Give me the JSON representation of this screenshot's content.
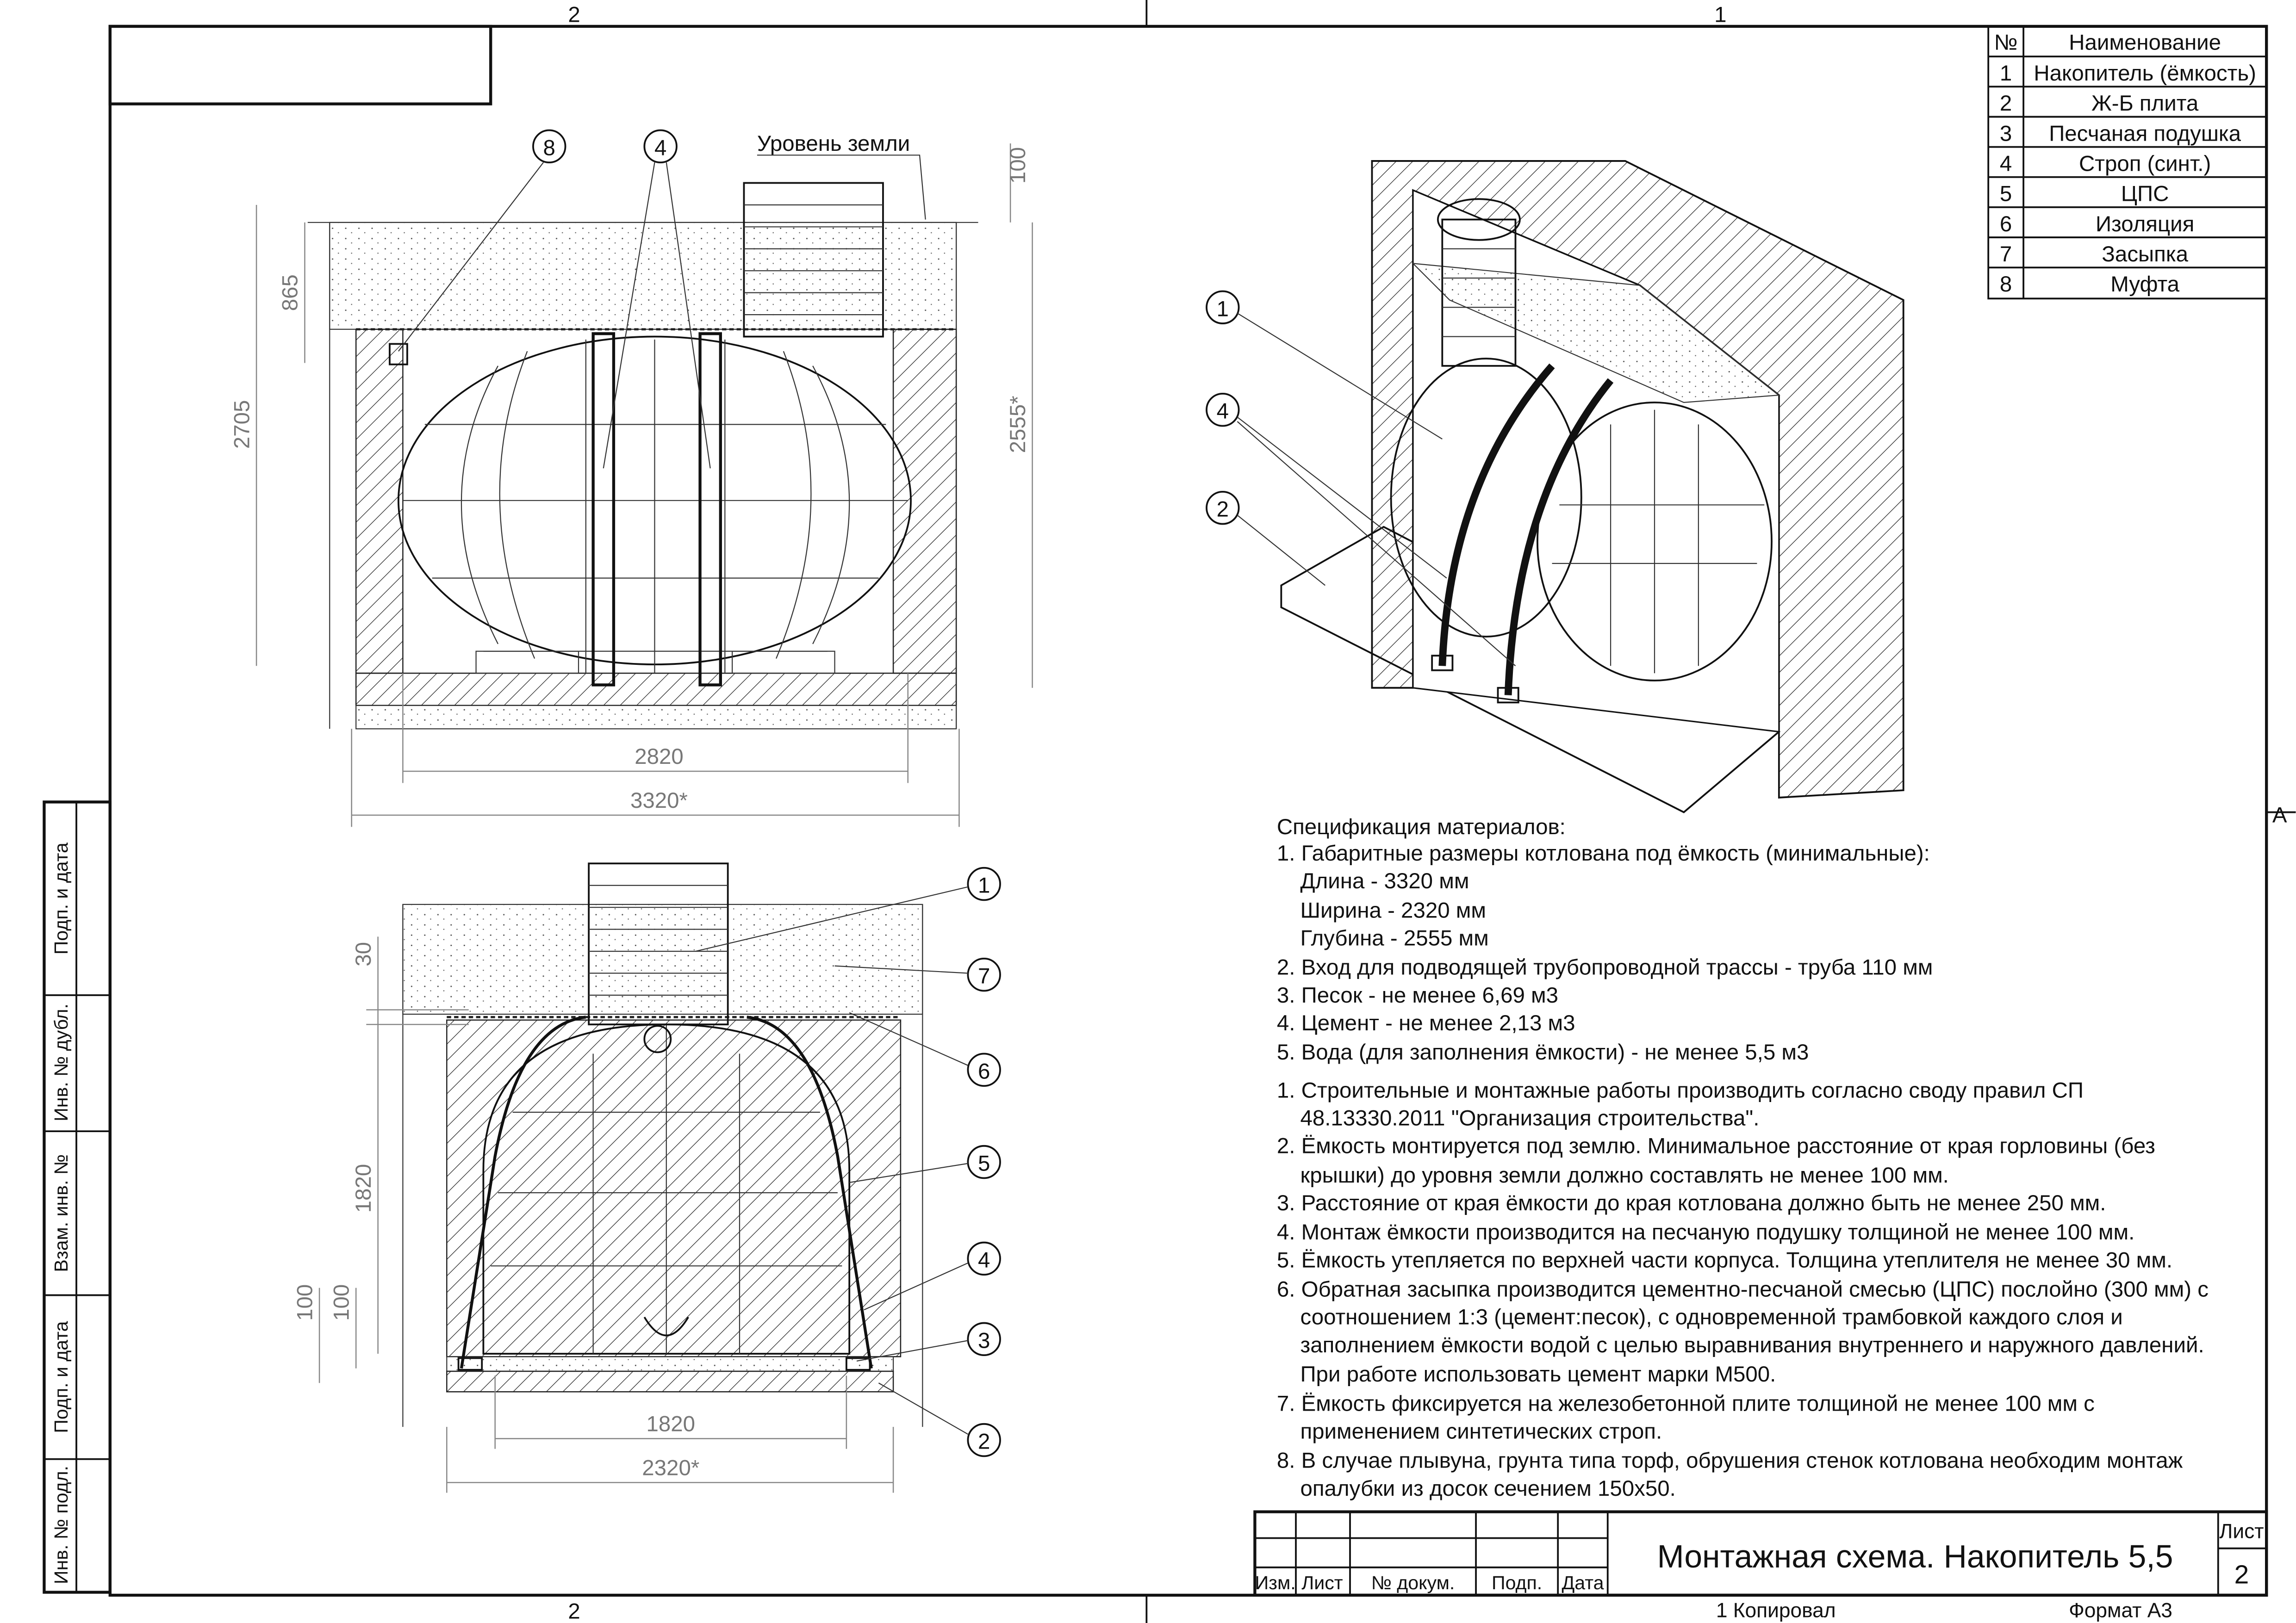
{
  "zones": {
    "top_left": "2",
    "top_right": "1",
    "bottom_left": "2",
    "right": "A"
  },
  "side_stamp": [
    "Подп. и дата",
    "Инв. № дубл.",
    "Взам. инв. №",
    "Подп. и дата",
    "Инв. № подл."
  ],
  "parts_table": {
    "headers": [
      "№",
      "Наименование"
    ],
    "rows": [
      [
        "1",
        "Накопитель (ёмкость)"
      ],
      [
        "2",
        "Ж-Б плита"
      ],
      [
        "3",
        "Песчаная подушка"
      ],
      [
        "4",
        "Строп (синт.)"
      ],
      [
        "5",
        "ЦПС"
      ],
      [
        "6",
        "Изоляция"
      ],
      [
        "7",
        "Засыпка"
      ],
      [
        "8",
        "Муфта"
      ]
    ]
  },
  "front_view": {
    "ground_label": "Уровень земли",
    "callouts": [
      "8",
      "4"
    ],
    "dims": {
      "d865": "865",
      "d2705": "2705",
      "d100": "100",
      "d2555": "2555*",
      "d2820": "2820",
      "d3320": "3320*"
    }
  },
  "section_view": {
    "callouts": [
      "1",
      "7",
      "6",
      "5",
      "4",
      "3",
      "2"
    ],
    "dims": {
      "d30": "30",
      "d1820v": "1820",
      "d100a": "100",
      "d100b": "100",
      "d1820h": "1820",
      "d2320": "2320*"
    }
  },
  "iso_view": {
    "callouts": [
      "1",
      "4",
      "2"
    ]
  },
  "spec": {
    "title": "Спецификация материалов:",
    "lines": [
      "1. Габаритные размеры котлована под ёмкость (минимальные):",
      "Длина - 3320 мм",
      "Ширина - 2320 мм",
      "Глубина - 2555 мм",
      "2. Вход для подводящей трубопроводной трассы - труба 110 мм",
      "3. Песок - не менее 6,69 м3",
      "4. Цемент - не менее 2,13 м3",
      "5. Вода (для заполнения ёмкости) - не менее 5,5 м3"
    ]
  },
  "notes": [
    "1. Строительные и монтажные работы производить согласно своду правил СП",
    "48.13330.2011 \"Организация строительства\".",
    "2. Ёмкость монтируется под землю. Минимальное расстояние от края горловины (без",
    "крышки) до уровня земли должно составлять не менее 100 мм.",
    "3. Расстояние от края ёмкости до края котлована должно быть не менее 250 мм.",
    "4. Монтаж ёмкости производится на песчаную подушку толщиной не менее 100 мм.",
    "5. Ёмкость утепляется по верхней части корпуса. Толщина утеплителя не менее 30 мм.",
    "6. Обратная засыпка производится цементно-песчаной смесью (ЦПС) послойно (300 мм) с",
    "соотношением 1:3 (цемент:песок), с одновременной трамбовкой каждого слоя и",
    "заполнением ёмкости водой с целью выравнивания внутреннего и наружного давлений.",
    "При работе использовать цемент марки М500.",
    "7. Ёмкость фиксируется  на железобетонной плите толщиной не менее 100 мм с",
    "применением синтетических строп.",
    "8. В случае плывуна, грунта типа торф, обрушения стенок котлована необходим монтаж",
    "опалубки из досок сечением 150х50."
  ],
  "title_block": {
    "title": "Монтажная схема. Накопитель 5,5",
    "headers": [
      "Изм.",
      "Лист",
      "№ докум.",
      "Подп.",
      "Дата"
    ],
    "sheet_label": "Лист",
    "sheet_number": "2",
    "copied": "1  Копировал",
    "format": "Формат А3"
  }
}
